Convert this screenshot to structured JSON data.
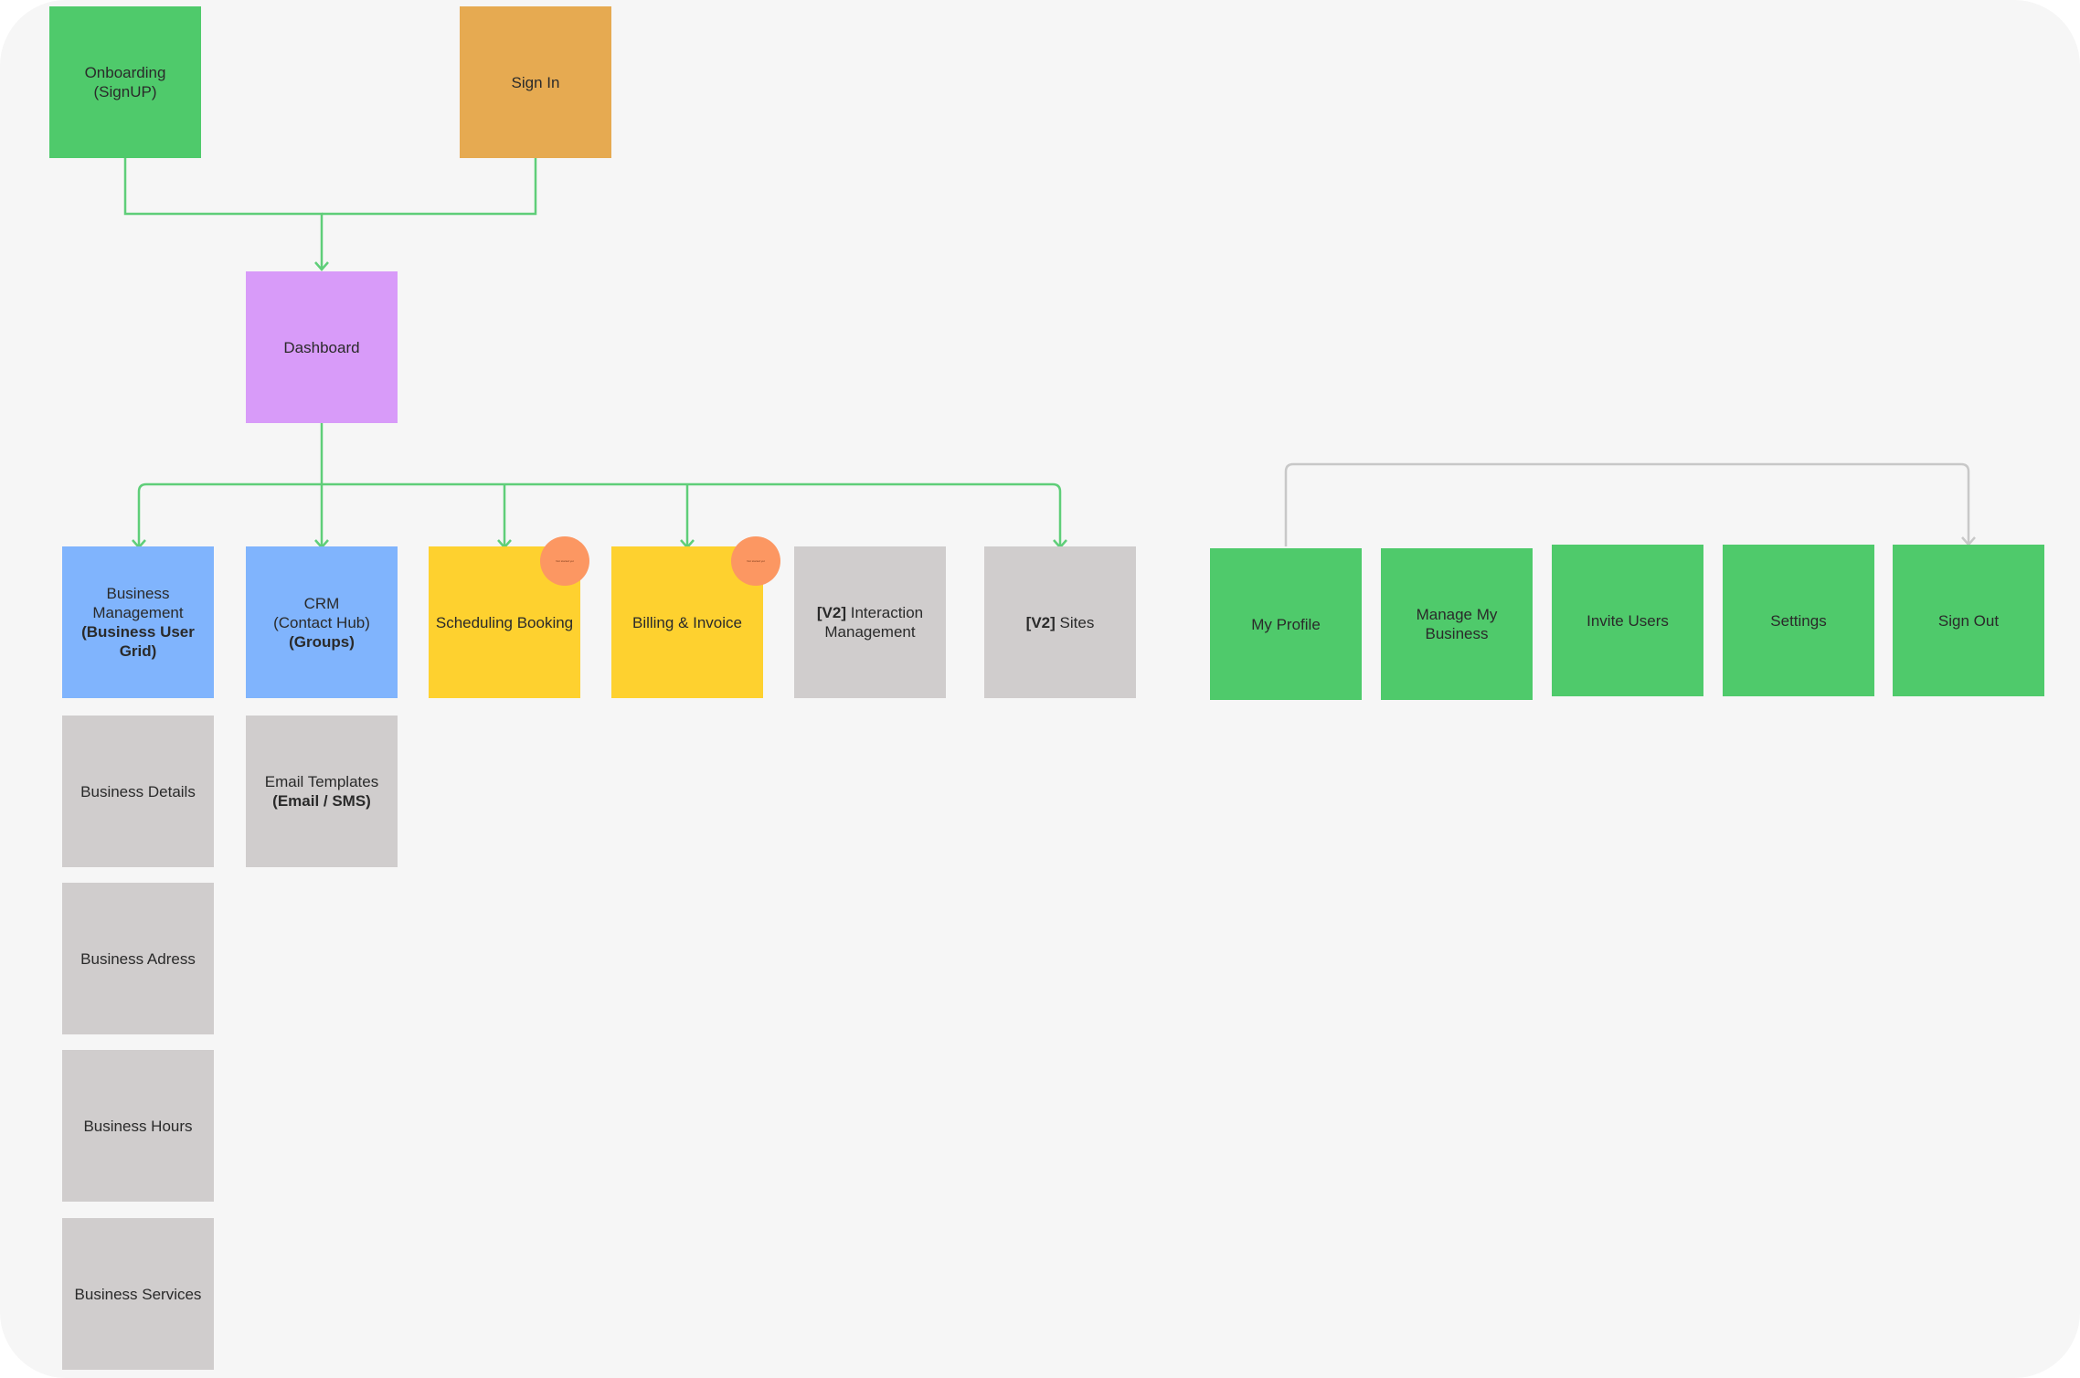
{
  "nodes": {
    "onboarding": {
      "line1": "Onboarding",
      "line2": "(SignUP)"
    },
    "sign_in": "Sign In",
    "dashboard": "Dashboard",
    "business_management": {
      "line1": "Business",
      "line2": "Management",
      "bold": "(Business User Grid)"
    },
    "crm": {
      "line1": "CRM",
      "line2": "(Contact Hub)",
      "bold": "(Groups)"
    },
    "scheduling_booking": "Scheduling Booking",
    "billing_invoice": "Billing & Invoice",
    "interaction_management": {
      "bold": "[V2]",
      "rest": " Interaction Management"
    },
    "sites": {
      "bold": "[V2]",
      "rest": " Sites"
    },
    "business_details": "Business Details",
    "email_templates": {
      "line1": "Email Templates",
      "bold": "(Email / SMS)"
    },
    "business_address": "Business Adress",
    "business_hours": "Business Hours",
    "business_services": "Business Services",
    "my_profile": "My Profile",
    "manage_my_business": {
      "line1": "Manage My",
      "line2": "Business"
    },
    "invite_users": "Invite Users",
    "settings": "Settings",
    "sign_out": "Sign Out"
  },
  "badges": {
    "scheduling": "Not started yet",
    "billing": "Not started yet"
  },
  "colors": {
    "green": "#4fca6b",
    "orange": "#e6aa51",
    "purple": "#d89bf9",
    "blue": "#80b4fd",
    "yellow": "#fed12f",
    "gray": "#d0cdcd",
    "badge": "#fc9762",
    "connector_green": "#5fce79",
    "connector_gray": "#c8c8c8"
  }
}
